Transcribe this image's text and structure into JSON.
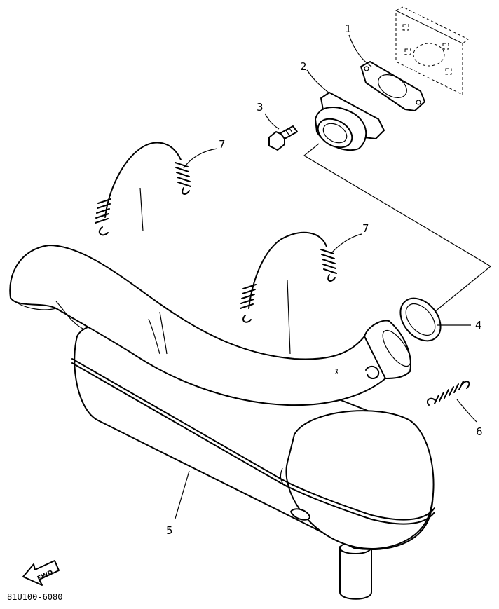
{
  "diagram": {
    "callouts": [
      {
        "id": "1",
        "label": "1"
      },
      {
        "id": "2",
        "label": "2"
      },
      {
        "id": "3",
        "label": "3"
      },
      {
        "id": "4",
        "label": "4"
      },
      {
        "id": "5",
        "label": "5"
      },
      {
        "id": "6",
        "label": "6"
      },
      {
        "id": "7a",
        "label": "7"
      },
      {
        "id": "7b",
        "label": "7"
      }
    ],
    "direction_label": "FWD",
    "figure_code": "81U100-6080"
  }
}
